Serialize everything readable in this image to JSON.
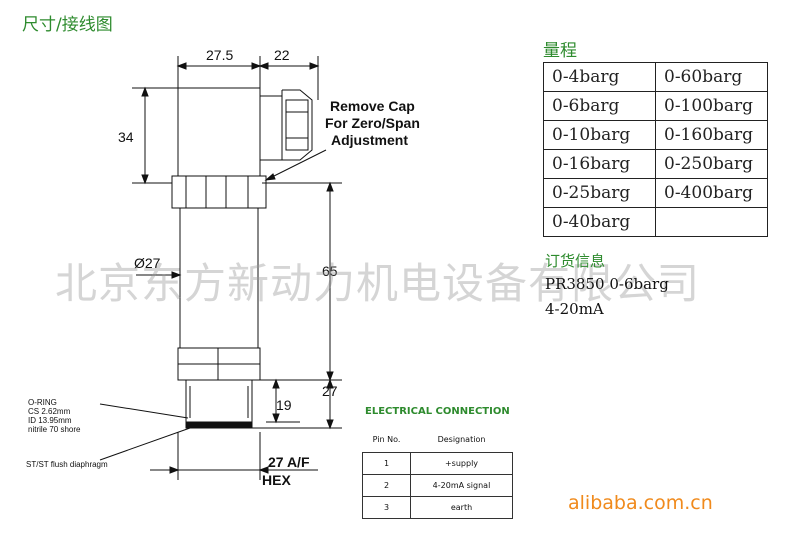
{
  "page_title": "尺寸/接线图",
  "drawing": {
    "dim_top_left": "27.5",
    "dim_top_right": "22",
    "dim_left_34": "34",
    "dim_diameter": "Ø27",
    "dim_right_65": "65",
    "dim_right_27": "27",
    "dim_19": "19",
    "dim_hex_1": "27 A/F",
    "dim_hex_2": "HEX",
    "cap_note": [
      "Remove Cap",
      "For Zero/Span",
      "Adjustment"
    ],
    "oring_label": [
      "O-RING",
      "CS 2.62mm",
      "ID 13.95mm",
      "nitrile 70 shore"
    ],
    "diaphragm_label": "ST/ST flush diaphragm"
  },
  "range": {
    "heading": "量程",
    "rows": [
      [
        "0-4barg",
        "0-60barg"
      ],
      [
        "0-6barg",
        "0-100barg"
      ],
      [
        "0-10barg",
        "0-160barg"
      ],
      [
        "0-16barg",
        "0-250barg"
      ],
      [
        "0-25barg",
        "0-400barg"
      ],
      [
        "0-40barg",
        ""
      ]
    ]
  },
  "order": {
    "heading": "订货信息",
    "line1": "PR3850 0-6barg",
    "line2": "4-20mA"
  },
  "electrical": {
    "heading": "ELECTRICAL CONNECTION",
    "col_pin": "Pin No.",
    "col_designation": "Designation",
    "rows": [
      {
        "pin": "1",
        "designation": "+supply"
      },
      {
        "pin": "2",
        "designation": "4-20mA signal"
      },
      {
        "pin": "3",
        "designation": "earth"
      }
    ]
  },
  "watermark": "北京东方新动力机电设备有限公司",
  "site": "alibaba.com.cn"
}
